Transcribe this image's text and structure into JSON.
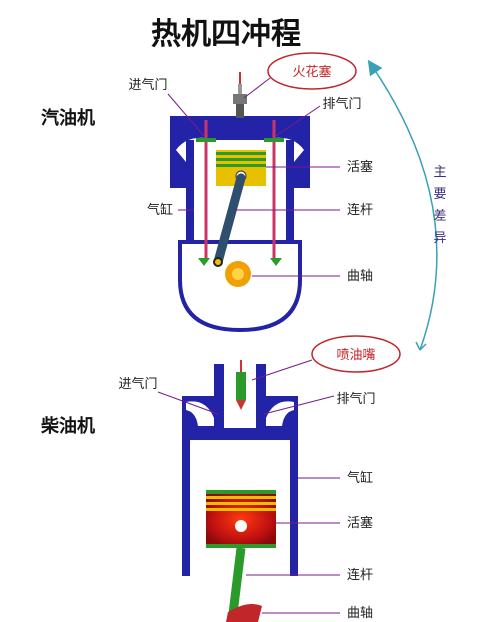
{
  "title": "热机四冲程",
  "colors": {
    "cylinder": "#2323a8",
    "cylinder_outline": "#1a1a8a",
    "piston_ring": "#2a9a2a",
    "piston_body": "#e8c000",
    "piston_hot": "#d81818",
    "valve_stem": "#cc3366",
    "rod": "#2f4f6f",
    "crank": "#f0a000",
    "arrow": "#3aa0b8",
    "leader": "#7a1a8a",
    "circle": "#c0262a"
  },
  "gasoline": {
    "name": "汽油机",
    "labels": {
      "intake": "进气门",
      "spark_plug": "火花塞",
      "exhaust": "排气门",
      "piston": "活塞",
      "cylinder": "气缸",
      "rod": "连杆",
      "crankshaft": "曲轴"
    }
  },
  "diesel": {
    "name": "柴油机",
    "labels": {
      "injector": "喷油嘴",
      "intake": "进气门",
      "exhaust": "排气门",
      "cylinder": "气缸",
      "piston": "活塞",
      "rod": "连杆",
      "crankshaft": "曲轴"
    }
  },
  "difference": {
    "chars": [
      "主",
      "要",
      "差",
      "异"
    ]
  }
}
